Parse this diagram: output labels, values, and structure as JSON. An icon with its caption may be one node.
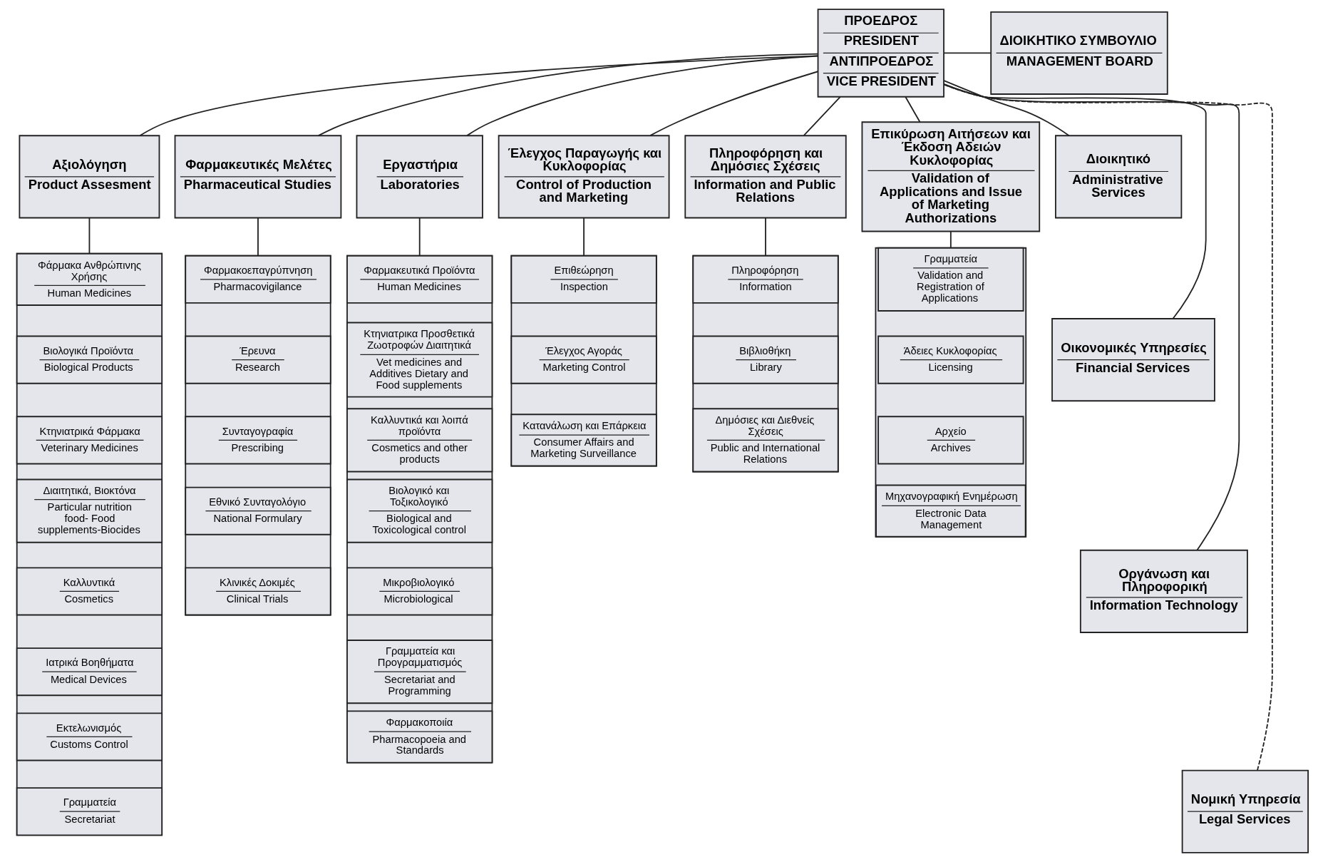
{
  "diagram": {
    "nodes": [
      {
        "text": [
          "ΠΡΟΕΔΡΟΣ",
          "PRESIDENT",
          "ΑΝΤΙΠΡΟΕΔΡΟΣ",
          "VICE PRESIDENT"
        ]
      },
      {
        "text": [
          "ΔΙΟΙΚΗΤΙΚΟ ΣΥΜΒΟΥΛΙΟ",
          "MANAGEMENT BOARD"
        ]
      },
      {
        "text": [
          "Αξιολόγηση",
          "Product Assesment"
        ]
      },
      {
        "text": [],
        "shape": "box"
      },
      {
        "text": [
          "Φάρμακα Ανθρώπινης Χρήσης",
          "Human Medicines"
        ],
        "in": 3
      },
      {
        "text": [
          "Βιολογικά Προϊόντα",
          "Biological Products"
        ],
        "in": 3
      },
      {
        "text": [
          "Κτηνιατρικά Φάρμακα",
          "Veterinary Medicines"
        ],
        "in": 3
      },
      {
        "text": [
          "Διαιτητικά, Βιοκτόνα",
          "Particular nutrition food- Food supplements-Biocides"
        ],
        "in": 3
      },
      {
        "text": [
          "Καλλυντικά",
          "Cosmetics"
        ],
        "in": 3
      },
      {
        "text": [
          "Ιατρικά Βοηθήματα",
          "Medical Devices"
        ],
        "in": 3
      },
      {
        "text": [
          "Εκτελωνισμός",
          "Customs Control"
        ],
        "in": 3
      },
      {
        "text": [
          "Γραμματεία",
          "Secretariat"
        ],
        "in": 3
      },
      {
        "text": [
          "Φαρμακευτικές Μελέτες",
          "Pharmaceutical Studies"
        ]
      },
      {
        "text": [],
        "shape": "box"
      },
      {
        "text": [
          "Φαρμακοεπαγρύπνηση",
          "Pharmacovigilance"
        ],
        "in": 13
      },
      {
        "text": [
          "Έρευνα",
          "Research"
        ],
        "in": 13
      },
      {
        "text": [
          "Συνταγογραφία",
          "Prescribing"
        ],
        "in": 13
      },
      {
        "text": [
          "Εθνικό Συνταγολόγιο",
          "National Formulary"
        ],
        "in": 13
      },
      {
        "text": [
          "Κλινικές Δοκιμές",
          "Clinical Trials"
        ],
        "in": 13
      },
      {
        "text": [
          "Εργαστήρια",
          "Laboratories"
        ]
      },
      {
        "text": [],
        "shape": "box"
      },
      {
        "text": [
          "Φαρμακευτικά Προϊόντα",
          "Human Medicines"
        ],
        "in": 20
      },
      {
        "text": [
          "Κτηνιατρικα Προσθετικά Ζωοτροφών Διαιτητικά",
          "Vet medicines and Additives Dietary and Food supplements"
        ],
        "in": 20
      },
      {
        "text": [
          "Καλλυντικά και λοιπά προϊόντα",
          "Cosmetics and other products"
        ],
        "in": 20
      },
      {
        "text": [
          "Βιολογικό και Τοξικολογικό",
          "Biological and Toxicological control"
        ],
        "in": 20
      },
      {
        "text": [
          "Μικροβιολογικό",
          "Microbiological"
        ],
        "in": 20
      },
      {
        "text": [
          "Γραμματεία και Προγραμματισμός",
          "Secretariat and Programming"
        ],
        "in": 20
      },
      {
        "text": [
          "Φαρμακοποιία",
          "Pharmacopoeia and Standards"
        ],
        "in": 20
      },
      {
        "text": [
          "Έλεγχος Παραγωγής και Κυκλοφορίας",
          "Control of Production and Marketing"
        ]
      },
      {
        "text": [],
        "shape": "box"
      },
      {
        "text": [
          "Επιθεώρηση",
          "Inspection"
        ],
        "in": 29
      },
      {
        "text": [
          "Έλεγχος Αγοράς",
          "Marketing Control"
        ],
        "in": 29
      },
      {
        "text": [
          "Κατανάλωση και Επάρκεια",
          "Consumer Affairs and Marketing Surveillance"
        ],
        "in": 29
      },
      {
        "text": [
          "Πληροφόρηση και Δημόσιες Σχέσεις",
          "Information and Public Relations"
        ]
      },
      {
        "text": [],
        "shape": "box"
      },
      {
        "text": [
          "Πληροφόρηση",
          "Information"
        ],
        "in": 34
      },
      {
        "text": [
          "Βιβλιοθήκη",
          "Library"
        ],
        "in": 34
      },
      {
        "text": [
          "Δημόσιες και Διεθνείς Σχέσεις",
          "Public and International Relations"
        ],
        "in": 34
      },
      {
        "text": [
          "Επικύρωση Αιτήσεων και Έκδοση Αδειών Κυκλοφορίας",
          "Validation of Applications and Issue of Marketing Authorizations"
        ]
      },
      {
        "text": [],
        "shape": "box"
      },
      {
        "text": [
          "Γραμματεία",
          "Validation and Registration of Applications"
        ],
        "in": 39
      },
      {
        "text": [
          "Άδειες Κυκλοφορίας",
          "Licensing"
        ],
        "in": 39
      },
      {
        "text": [
          "Αρχείο",
          "Archives"
        ],
        "in": 39
      },
      {
        "text": [
          "Μηχανογραφική Ενημέρωση",
          "Electronic Data Management"
        ],
        "in": 39
      },
      {
        "text": [
          "Διοικητικό",
          "Administrative Services"
        ]
      },
      {
        "text": [
          "Οικονομικές Υπηρεσίες",
          "Financial Services"
        ]
      },
      {
        "text": [
          "Οργάνωση και Πληροφορική",
          "Information Technology"
        ]
      },
      {
        "text": [
          "Νομική Υπηρεσία",
          "Legal Services"
        ]
      }
    ],
    "edges": [
      {
        "from": 0,
        "to": 1,
        "arrow": "none"
      },
      {
        "from": 0,
        "to": 2,
        "arrow": "none"
      },
      {
        "from": 0,
        "to": 12,
        "arrow": "none"
      },
      {
        "from": 0,
        "to": 19,
        "arrow": "none"
      },
      {
        "from": 0,
        "to": 28,
        "arrow": "none"
      },
      {
        "from": 0,
        "to": 33,
        "arrow": "none"
      },
      {
        "from": 0,
        "to": 38,
        "arrow": "none"
      },
      {
        "from": 0,
        "to": 44,
        "arrow": "none"
      },
      {
        "from": 0,
        "to": 45,
        "arrow": "none"
      },
      {
        "from": 0,
        "to": 46,
        "arrow": "none"
      },
      {
        "from": 0,
        "to": 47,
        "arrow": "none",
        "style": "dashed"
      },
      {
        "from": 2,
        "to": 3,
        "arrow": "none"
      },
      {
        "from": 12,
        "to": 13,
        "arrow": "none"
      },
      {
        "from": 19,
        "to": 20,
        "arrow": "none"
      },
      {
        "from": 28,
        "to": 29,
        "arrow": "none"
      },
      {
        "from": 33,
        "to": 34,
        "arrow": "none"
      },
      {
        "from": 38,
        "to": 39,
        "arrow": "none"
      }
    ]
  }
}
